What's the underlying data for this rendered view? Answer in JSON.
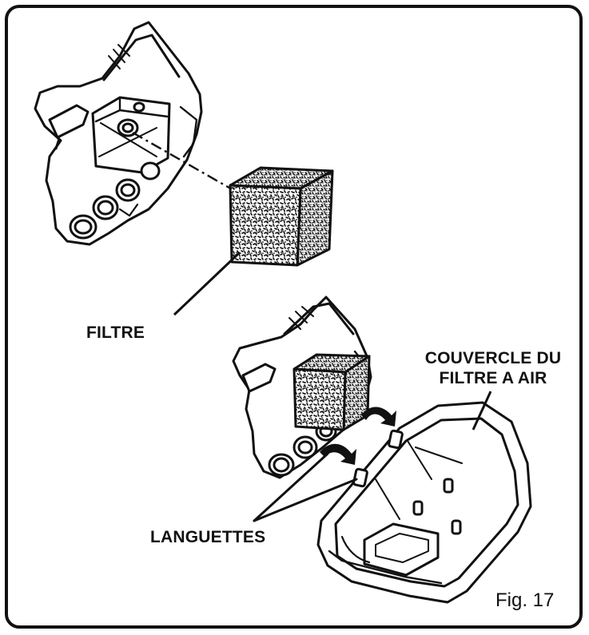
{
  "figure": {
    "number_label": "Fig. 17"
  },
  "labels": {
    "filter": "FILTRE",
    "cover_line1": "COUVERCLE DU",
    "cover_line2": "FILTRE A AIR",
    "tabs": "LANGUETTES"
  },
  "colors": {
    "ink": "#111111",
    "background": "#ffffff"
  }
}
